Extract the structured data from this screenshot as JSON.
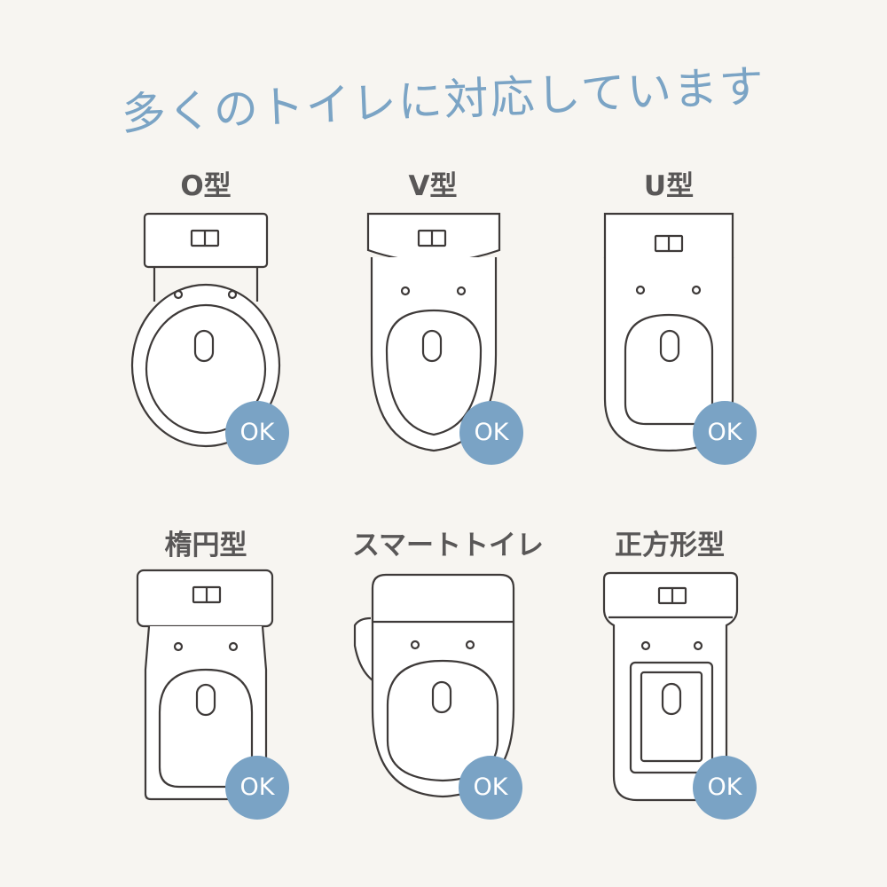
{
  "headline": "多くのトイレに対応しています",
  "toilet_types": [
    {
      "label": "O型",
      "badge": "OK"
    },
    {
      "label": "V型",
      "badge": "OK"
    },
    {
      "label": "U型",
      "badge": "OK"
    },
    {
      "label": "楕円型",
      "badge": "OK"
    },
    {
      "label": "スマートトイレ",
      "badge": "OK"
    },
    {
      "label": "正方形型",
      "badge": "OK"
    }
  ],
  "colors": {
    "background": "#f7f5f1",
    "accent": "#7aa3c5",
    "headline": "#7ba4c5",
    "label": "#595757",
    "line": "#3e3a39"
  }
}
